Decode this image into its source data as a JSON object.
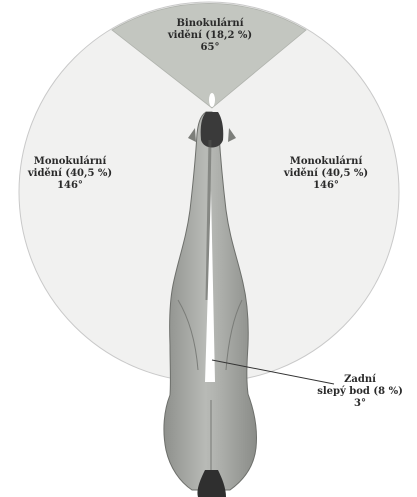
{
  "binocular": {
    "line1": "Binokulární",
    "line2": "vidění (18,2 %)",
    "angle": "65°",
    "percent": 18.2,
    "degrees": 65
  },
  "monocular_left": {
    "line1": "Monokulární",
    "line2": "vidění (40,5 %)",
    "angle": "146°",
    "percent": 40.5,
    "degrees": 146
  },
  "monocular_right": {
    "line1": "Monokulární",
    "line2": "vidění (40,5 %)",
    "angle": "146°",
    "percent": 40.5,
    "degrees": 146
  },
  "blind_spot": {
    "line1": "Zadní",
    "line2": "slepý bod (8 %)",
    "angle": "3°",
    "percent": 8,
    "degrees": 3
  },
  "colors": {
    "circle_fill": "#f1f1f0",
    "circle_stroke": "#c9c9c9",
    "binocular_fill": "#c3c6c0",
    "horse_body": "#a8aaa6",
    "horse_dark": "#3a3a3a",
    "text": "#2a2a2a"
  }
}
